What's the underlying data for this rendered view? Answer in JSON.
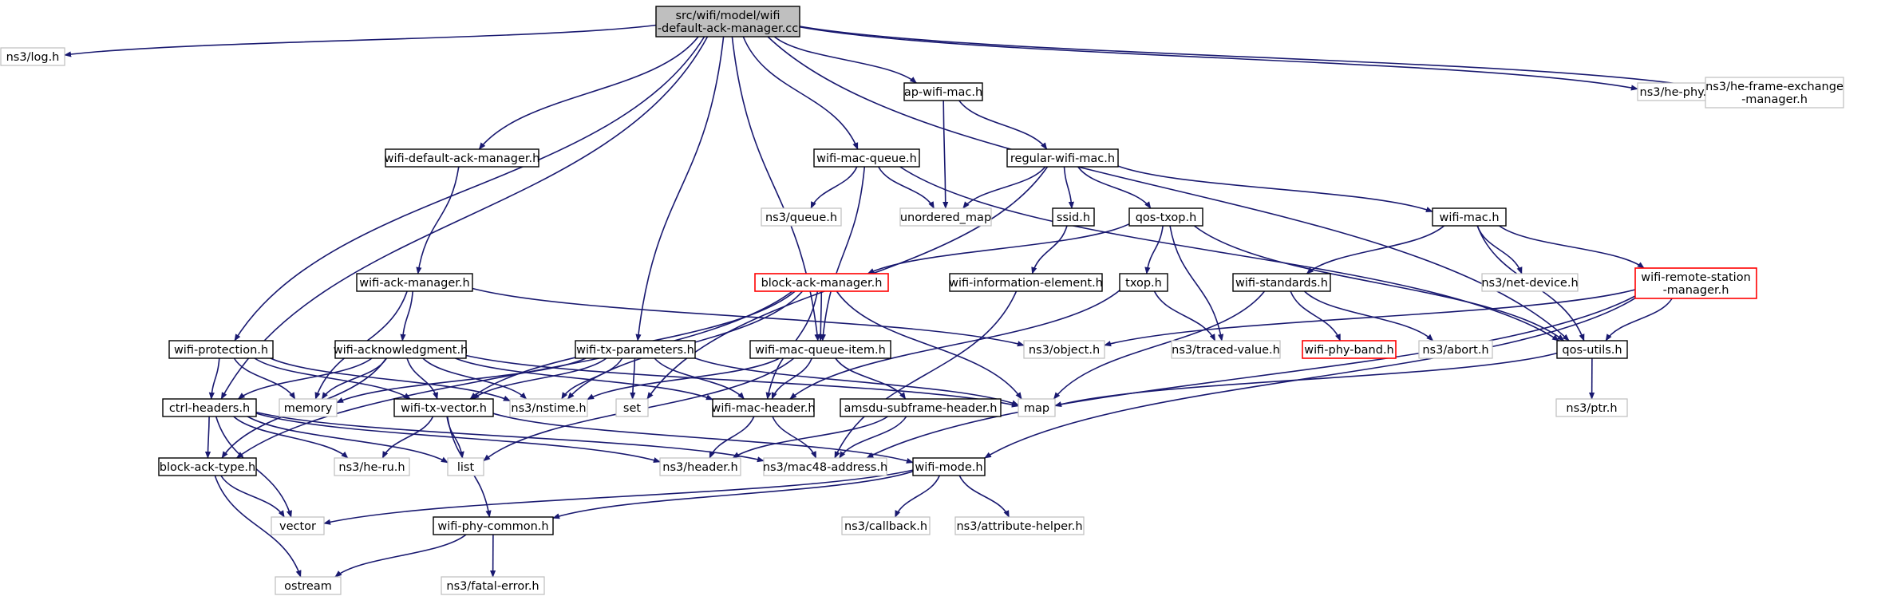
{
  "colors": {
    "edge": "#191970",
    "edge_alt": "#63b8ff",
    "node_border": "#000000",
    "node_border_external": "#bfbfbf",
    "node_border_truncated": "#ff0000",
    "root_fill": "#bfbfbf",
    "node_fill": "#ffffff"
  },
  "nodes": [
    {
      "id": "root",
      "lines": [
        "src/wifi/model/wifi",
        "-default-ack-manager.cc"
      ],
      "style": "root"
    },
    {
      "id": "log",
      "lines": [
        "ns3/log.h"
      ],
      "style": "external"
    },
    {
      "id": "ctrl",
      "lines": [
        "ctrl-headers.h"
      ],
      "style": "normal"
    },
    {
      "id": "wprot",
      "lines": [
        "wifi-protection.h"
      ],
      "style": "normal"
    },
    {
      "id": "wdam",
      "lines": [
        "wifi-default-ack-manager.h"
      ],
      "style": "normal"
    },
    {
      "id": "wtxp",
      "lines": [
        "wifi-tx-parameters.h"
      ],
      "style": "normal"
    },
    {
      "id": "wmqi",
      "lines": [
        "wifi-mac-queue-item.h"
      ],
      "style": "normal"
    },
    {
      "id": "wmq",
      "lines": [
        "wifi-mac-queue.h"
      ],
      "style": "normal"
    },
    {
      "id": "apmac",
      "lines": [
        "ap-wifi-mac.h"
      ],
      "style": "normal"
    },
    {
      "id": "qosu",
      "lines": [
        "qos-utils.h"
      ],
      "style": "normal"
    },
    {
      "id": "hephy",
      "lines": [
        "ns3/he-phy.h"
      ],
      "style": "external"
    },
    {
      "id": "hefem",
      "lines": [
        "ns3/he-frame-exchange",
        "-manager.h"
      ],
      "style": "external"
    },
    {
      "id": "wam",
      "lines": [
        "wifi-ack-manager.h"
      ],
      "style": "normal"
    },
    {
      "id": "wack",
      "lines": [
        "wifi-acknowledgment.h"
      ],
      "style": "normal"
    },
    {
      "id": "memory",
      "lines": [
        "memory"
      ],
      "style": "external"
    },
    {
      "id": "nstime",
      "lines": [
        "ns3/nstime.h"
      ],
      "style": "external"
    },
    {
      "id": "set",
      "lines": [
        "set"
      ],
      "style": "external"
    },
    {
      "id": "map",
      "lines": [
        "map"
      ],
      "style": "external"
    },
    {
      "id": "wtxv",
      "lines": [
        "wifi-tx-vector.h"
      ],
      "style": "normal"
    },
    {
      "id": "wmh",
      "lines": [
        "wifi-mac-header.h"
      ],
      "style": "normal"
    },
    {
      "id": "amsdu",
      "lines": [
        "amsdu-subframe-header.h"
      ],
      "style": "normal"
    },
    {
      "id": "bat",
      "lines": [
        "block-ack-type.h"
      ],
      "style": "normal"
    },
    {
      "id": "heru",
      "lines": [
        "ns3/he-ru.h"
      ],
      "style": "external"
    },
    {
      "id": "list",
      "lines": [
        "list"
      ],
      "style": "external"
    },
    {
      "id": "header",
      "lines": [
        "ns3/header.h"
      ],
      "style": "external"
    },
    {
      "id": "mac48",
      "lines": [
        "ns3/mac48-address.h"
      ],
      "style": "external"
    },
    {
      "id": "wmode",
      "lines": [
        "wifi-mode.h"
      ],
      "style": "normal"
    },
    {
      "id": "vector",
      "lines": [
        "vector"
      ],
      "style": "external"
    },
    {
      "id": "wpc",
      "lines": [
        "wifi-phy-common.h"
      ],
      "style": "normal"
    },
    {
      "id": "ostream",
      "lines": [
        "ostream"
      ],
      "style": "external"
    },
    {
      "id": "fatal",
      "lines": [
        "ns3/fatal-error.h"
      ],
      "style": "external"
    },
    {
      "id": "callback",
      "lines": [
        "ns3/callback.h"
      ],
      "style": "external"
    },
    {
      "id": "attrh",
      "lines": [
        "ns3/attribute-helper.h"
      ],
      "style": "external"
    },
    {
      "id": "queue",
      "lines": [
        "ns3/queue.h"
      ],
      "style": "external"
    },
    {
      "id": "umap",
      "lines": [
        "unordered_map"
      ],
      "style": "external"
    },
    {
      "id": "rwm",
      "lines": [
        "regular-wifi-mac.h"
      ],
      "style": "normal"
    },
    {
      "id": "ssid",
      "lines": [
        "ssid.h"
      ],
      "style": "normal"
    },
    {
      "id": "qostx",
      "lines": [
        "qos-txop.h"
      ],
      "style": "normal"
    },
    {
      "id": "wmac",
      "lines": [
        "wifi-mac.h"
      ],
      "style": "normal"
    },
    {
      "id": "bam",
      "lines": [
        "block-ack-manager.h"
      ],
      "style": "truncated"
    },
    {
      "id": "wie",
      "lines": [
        "wifi-information-element.h"
      ],
      "style": "normal"
    },
    {
      "id": "txop",
      "lines": [
        "txop.h"
      ],
      "style": "normal"
    },
    {
      "id": "wstd",
      "lines": [
        "wifi-standards.h"
      ],
      "style": "normal"
    },
    {
      "id": "netdev",
      "lines": [
        "ns3/net-device.h"
      ],
      "style": "external"
    },
    {
      "id": "wrsm",
      "lines": [
        "wifi-remote-station",
        "-manager.h"
      ],
      "style": "truncated"
    },
    {
      "id": "object",
      "lines": [
        "ns3/object.h"
      ],
      "style": "external"
    },
    {
      "id": "traced",
      "lines": [
        "ns3/traced-value.h"
      ],
      "style": "external"
    },
    {
      "id": "wpb",
      "lines": [
        "wifi-phy-band.h"
      ],
      "style": "truncated"
    },
    {
      "id": "abort",
      "lines": [
        "ns3/abort.h"
      ],
      "style": "external"
    },
    {
      "id": "ptr",
      "lines": [
        "ns3/ptr.h"
      ],
      "style": "external"
    }
  ],
  "edges": [
    [
      "root",
      "log"
    ],
    [
      "root",
      "ctrl"
    ],
    [
      "root",
      "wprot"
    ],
    [
      "root",
      "wdam"
    ],
    [
      "root",
      "wtxp"
    ],
    [
      "root",
      "wmqi"
    ],
    [
      "root",
      "wmq"
    ],
    [
      "root",
      "apmac"
    ],
    [
      "root",
      "qosu"
    ],
    [
      "root",
      "hephy"
    ],
    [
      "root",
      "hefem"
    ],
    [
      "wdam",
      "wam"
    ],
    [
      "wam",
      "wack"
    ],
    [
      "wam",
      "memory"
    ],
    [
      "wam",
      "object"
    ],
    [
      "wack",
      "ctrl"
    ],
    [
      "wack",
      "memory"
    ],
    [
      "wack",
      "nstime"
    ],
    [
      "wack",
      "wtxv"
    ],
    [
      "wack",
      "wmh"
    ],
    [
      "wack",
      "map"
    ],
    [
      "wack",
      "bat"
    ],
    [
      "wprot",
      "ctrl"
    ],
    [
      "wprot",
      "memory"
    ],
    [
      "wprot",
      "nstime"
    ],
    [
      "wprot",
      "wtxv"
    ],
    [
      "ctrl",
      "bat"
    ],
    [
      "ctrl",
      "heru"
    ],
    [
      "ctrl",
      "list"
    ],
    [
      "ctrl",
      "header"
    ],
    [
      "ctrl",
      "mac48"
    ],
    [
      "ctrl",
      "vector"
    ],
    [
      "bat",
      "vector"
    ],
    [
      "bat",
      "ostream"
    ],
    [
      "wtxp",
      "wtxv"
    ],
    [
      "wtxp",
      "memory"
    ],
    [
      "wtxp",
      "nstime"
    ],
    [
      "wtxp",
      "set"
    ],
    [
      "wtxp",
      "wmh"
    ],
    [
      "wtxp",
      "map"
    ],
    [
      "wtxv",
      "heru"
    ],
    [
      "wtxv",
      "list"
    ],
    [
      "wtxv",
      "wpc"
    ],
    [
      "wtxv",
      "wmode"
    ],
    [
      "wmqi",
      "nstime"
    ],
    [
      "wmqi",
      "wmh"
    ],
    [
      "wmqi",
      "amsdu"
    ],
    [
      "wmqi",
      "list"
    ],
    [
      "wmh",
      "header"
    ],
    [
      "wmh",
      "mac48"
    ],
    [
      "amsdu",
      "header"
    ],
    [
      "amsdu",
      "mac48"
    ],
    [
      "wmode",
      "vector"
    ],
    [
      "wmode",
      "wpc"
    ],
    [
      "wmode",
      "callback"
    ],
    [
      "wmode",
      "attrh"
    ],
    [
      "wpc",
      "ostream"
    ],
    [
      "wpc",
      "fatal"
    ],
    [
      "wmq",
      "queue"
    ],
    [
      "wmq",
      "umap"
    ],
    [
      "wmq",
      "wmqi"
    ],
    [
      "wmq",
      "qosu"
    ],
    [
      "apmac",
      "umap"
    ],
    [
      "apmac",
      "rwm"
    ],
    [
      "rwm",
      "umap"
    ],
    [
      "rwm",
      "ssid"
    ],
    [
      "rwm",
      "qostx"
    ],
    [
      "rwm",
      "wmac"
    ],
    [
      "rwm",
      "set"
    ],
    [
      "ssid",
      "wie"
    ],
    [
      "wie",
      "mac48"
    ],
    [
      "qostx",
      "bam"
    ],
    [
      "qostx",
      "txop"
    ],
    [
      "qostx",
      "traced"
    ],
    [
      "qostx",
      "qosu"
    ],
    [
      "bam",
      "wmqi"
    ],
    [
      "bam",
      "wtxv"
    ],
    [
      "bam",
      "nstime"
    ],
    [
      "bam",
      "map"
    ],
    [
      "bam",
      "bat"
    ],
    [
      "bam",
      "wmh"
    ],
    [
      "txop",
      "traced"
    ],
    [
      "txop",
      "wmh"
    ],
    [
      "wmac",
      "wstd"
    ],
    [
      "wmac",
      "netdev"
    ],
    [
      "wmac",
      "wrsm"
    ],
    [
      "wmac",
      "qosu"
    ],
    [
      "wstd",
      "wpb"
    ],
    [
      "wstd",
      "abort"
    ],
    [
      "wstd",
      "map"
    ],
    [
      "wrsm",
      "object"
    ],
    [
      "wrsm",
      "qosu"
    ],
    [
      "wrsm",
      "mac48"
    ],
    [
      "wrsm",
      "wmode"
    ],
    [
      "qosu",
      "map"
    ],
    [
      "qosu",
      "ptr"
    ]
  ]
}
